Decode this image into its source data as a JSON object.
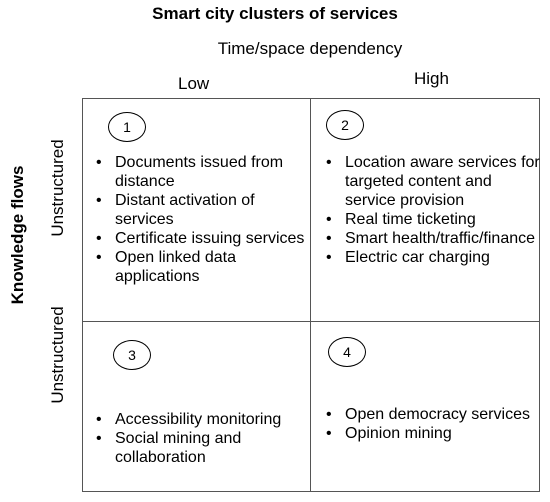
{
  "title": "Smart city clusters of services",
  "x_axis": {
    "label": "Time/space dependency",
    "low": "Low",
    "high": "High"
  },
  "y_axis": {
    "label": "Knowledge flows",
    "top": "Unstructured",
    "bottom": "Unstructured"
  },
  "quadrants": [
    {
      "number": "1",
      "items": [
        "Documents issued from distance",
        "Distant activation of services",
        "Certificate issuing services",
        "Open linked data applications"
      ]
    },
    {
      "number": "2",
      "items": [
        "Location aware services for targeted content and service provision",
        "Real time ticketing",
        "Smart health/traffic/finance",
        "Electric car charging"
      ]
    },
    {
      "number": "3",
      "items": [
        "Accessibility monitoring",
        "Social mining and collaboration"
      ]
    },
    {
      "number": "4",
      "items": [
        "Open democracy services",
        "Opinion mining"
      ]
    }
  ]
}
